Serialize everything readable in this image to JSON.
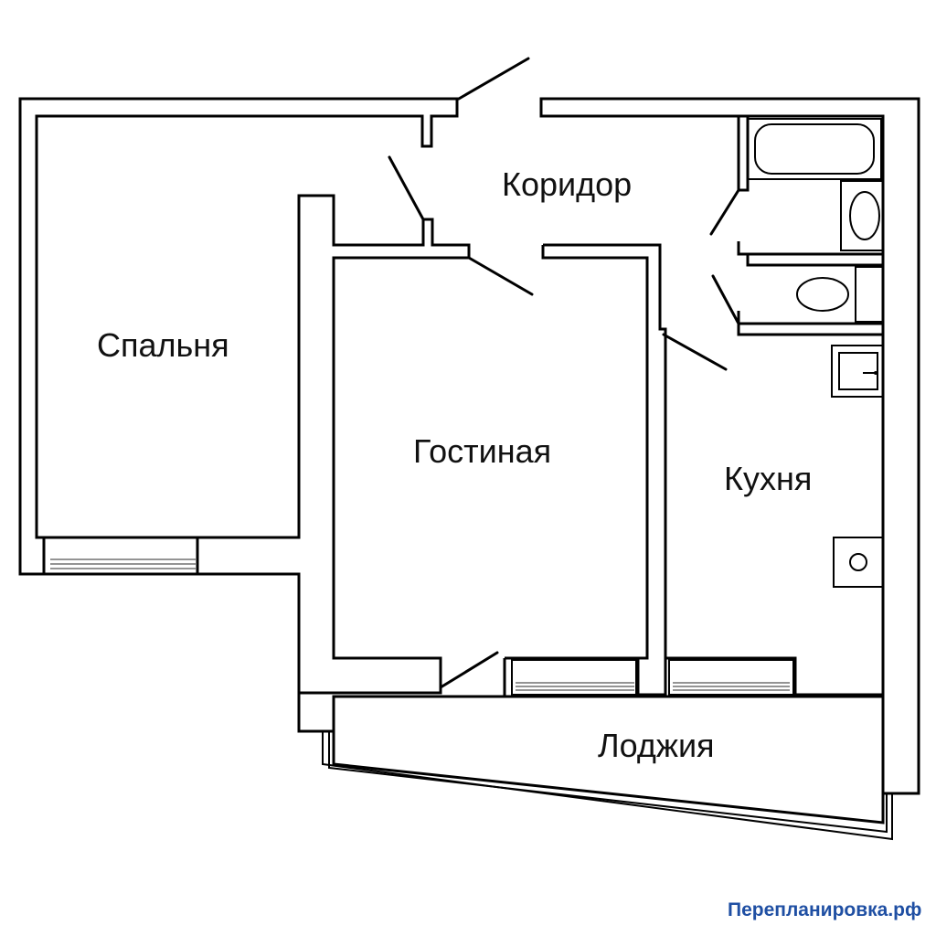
{
  "rooms": {
    "corridor": "Коридор",
    "bedroom": "Спальня",
    "living_room": "Гостиная",
    "kitchen": "Кухня",
    "loggia": "Лоджия"
  },
  "watermark": {
    "text": "Перепланировка.рф",
    "color": "#1f4fa3"
  },
  "colors": {
    "wall": "#000000",
    "background": "#ffffff"
  }
}
